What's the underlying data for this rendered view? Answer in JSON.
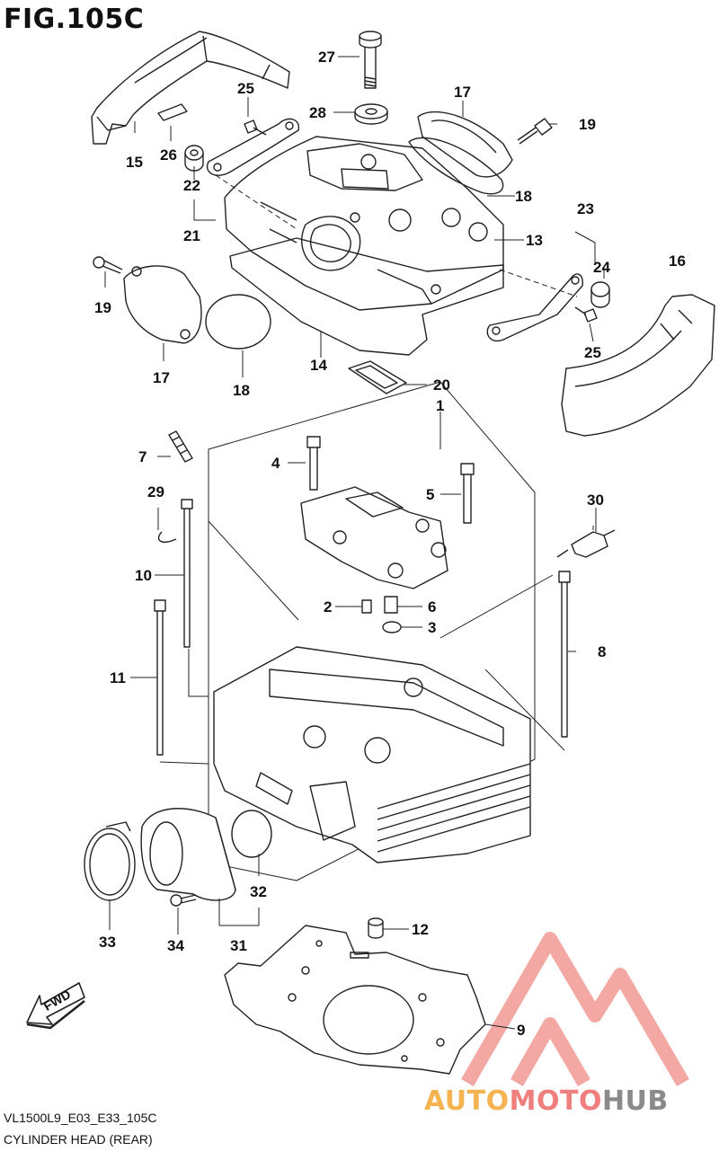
{
  "figure": {
    "title": "FIG.105C",
    "code": "VL1500L9_E03_E33_105C",
    "caption": "CYLINDER HEAD (REAR)"
  },
  "watermark": {
    "part1": "AUTO",
    "part2": "MOTO",
    "part3": "HUB",
    "colors": {
      "auto": "#f5b451",
      "moto": "#ef7f7c",
      "hub": "#8a8a8a",
      "triangle": "#f29a94"
    }
  },
  "fwd_label": "FWD",
  "callouts": [
    "1",
    "2",
    "3",
    "4",
    "5",
    "6",
    "7",
    "8",
    "9",
    "10",
    "11",
    "12",
    "13",
    "14",
    "15",
    "16",
    "17",
    "17",
    "18",
    "18",
    "19",
    "19",
    "20",
    "21",
    "22",
    "23",
    "24",
    "25",
    "25",
    "26",
    "27",
    "28",
    "29",
    "30",
    "31",
    "32",
    "33",
    "34"
  ]
}
